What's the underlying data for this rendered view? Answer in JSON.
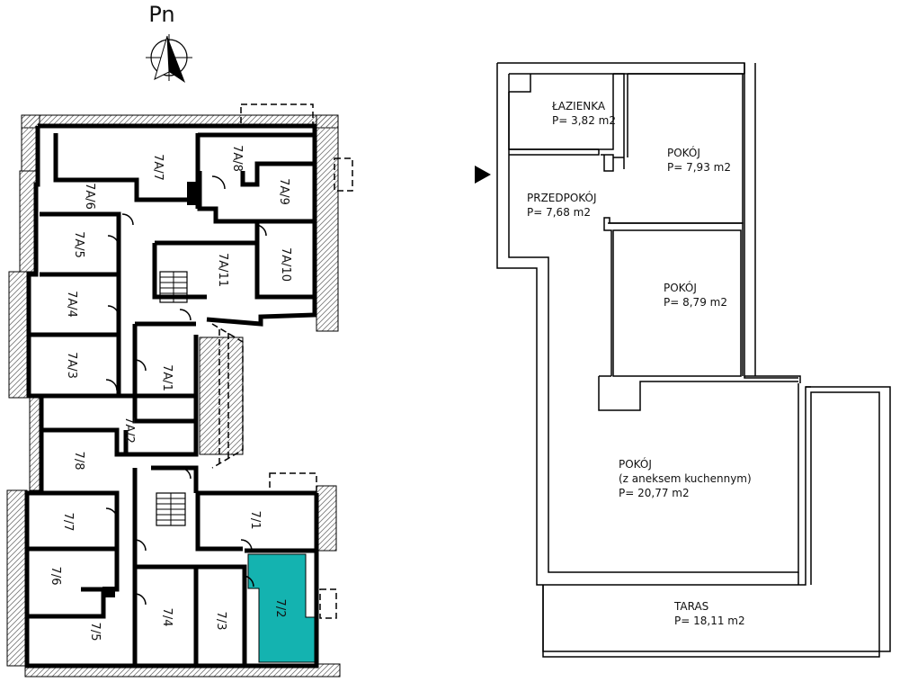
{
  "compass": {
    "label": "Pn"
  },
  "building_plan": {
    "units": [
      "7A/7",
      "7A/8",
      "7A/6",
      "7A/9",
      "7A/5",
      "7A/11",
      "7A/10",
      "7A/4",
      "7A/3",
      "7A/1",
      "7A/2",
      "7/8",
      "7/7",
      "7/1",
      "7/6",
      "7/4",
      "7/3",
      "7/2",
      "7/5"
    ],
    "highlighted_unit": "7/2",
    "highlight_color": "#14b3b0"
  },
  "apartment_plan": {
    "rooms": [
      {
        "name": "ŁAZIENKA",
        "area": "P= 3,82 m2"
      },
      {
        "name": "POKÓJ",
        "area": "P= 7,93 m2"
      },
      {
        "name": "PRZEDPOKÓJ",
        "area": "P= 7,68 m2"
      },
      {
        "name": "POKÓJ",
        "area": "P= 8,79 m2"
      },
      {
        "name": "POKÓJ",
        "note": "(z aneksem kuchennym)",
        "area": "P= 20,77 m2"
      },
      {
        "name": "TARAS",
        "area": "P= 18,11 m2"
      }
    ],
    "entrance_marker": "entrance-arrow-icon"
  }
}
